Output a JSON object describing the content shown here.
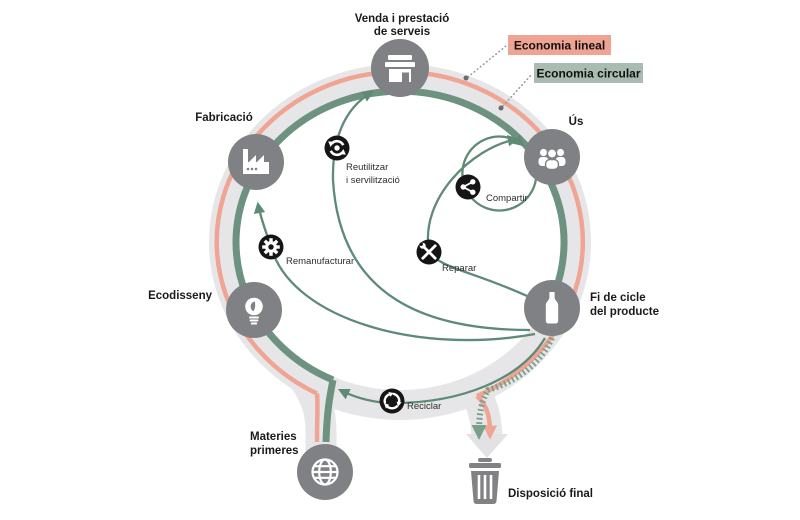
{
  "legend": {
    "lineal": {
      "label": "Economia lineal",
      "bg": "#EFA392"
    },
    "circular": {
      "label": "Economia circular",
      "bg": "#A9BCB1"
    }
  },
  "colors": {
    "band_gray": "#E6E6E8",
    "linear_pink": "#F0A493",
    "circular_green": "#6D927F",
    "strategy_arc_green": "#5E8A76",
    "residual_hatch_green": "#7AA08C",
    "node_gray": "#7F8184",
    "icon_black": "#151515",
    "text_dark": "#1A1A1A"
  },
  "stages": {
    "venda": {
      "lines": [
        "Venda i prestació",
        "de serveis"
      ]
    },
    "us": {
      "label": "Ús"
    },
    "fi_de_cicle": {
      "lines": [
        "Fi de cicle",
        "del producte"
      ]
    },
    "materies": {
      "lines": [
        "Materies",
        "primeres"
      ]
    },
    "ecodisseny": {
      "label": "Ecodisseny"
    },
    "fabricacio": {
      "label": "Fabricació"
    },
    "disposicio": {
      "label": "Disposició final"
    }
  },
  "strategies": {
    "reutilitzar": {
      "lines": [
        "Reutilitzar",
        "i servilització"
      ]
    },
    "compartir": {
      "label": "Compartir"
    },
    "reparar": {
      "label": "Reparar"
    },
    "remanufacturar": {
      "label": "Remanufacturar"
    },
    "reciclar": {
      "label": "Reciclar"
    }
  }
}
